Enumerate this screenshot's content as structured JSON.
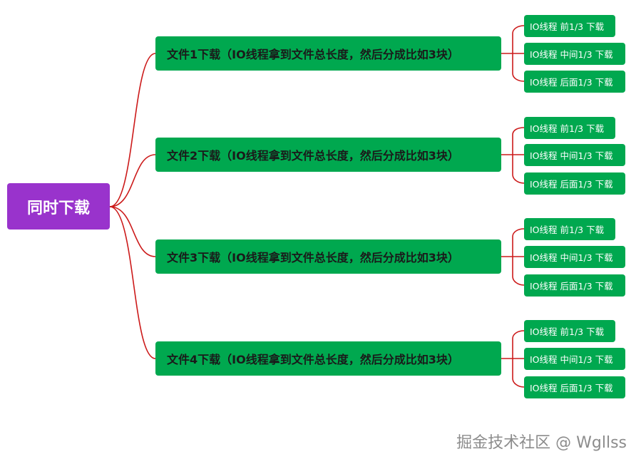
{
  "root": {
    "label": "同时下载"
  },
  "branches": [
    {
      "label": "文件1下载（IO线程拿到文件总长度，然后分成比如3块）",
      "leaves": [
        "IO线程 前1/3 下载",
        "IO线程 中间1/3 下载",
        "IO线程 后面1/3 下载"
      ]
    },
    {
      "label": "文件2下载（IO线程拿到文件总长度，然后分成比如3块）",
      "leaves": [
        "IO线程 前1/3 下载",
        "IO线程 中间1/3 下载",
        "IO线程 后面1/3 下载"
      ]
    },
    {
      "label": "文件3下载（IO线程拿到文件总长度，然后分成比如3块）",
      "leaves": [
        "IO线程 前1/3 下载",
        "IO线程 中间1/3 下载",
        "IO线程 后面1/3 下载"
      ]
    },
    {
      "label": "文件4下载（IO线程拿到文件总长度，然后分成比如3块）",
      "leaves": [
        "IO线程 前1/3 下载",
        "IO线程 中间1/3 下载",
        "IO线程 后面1/3 下载"
      ]
    }
  ],
  "watermark": "掘金技术社区 @ Wgllss",
  "colors": {
    "root": "#9933cc",
    "node": "#00a84f",
    "connector": "#cc1a1a"
  }
}
